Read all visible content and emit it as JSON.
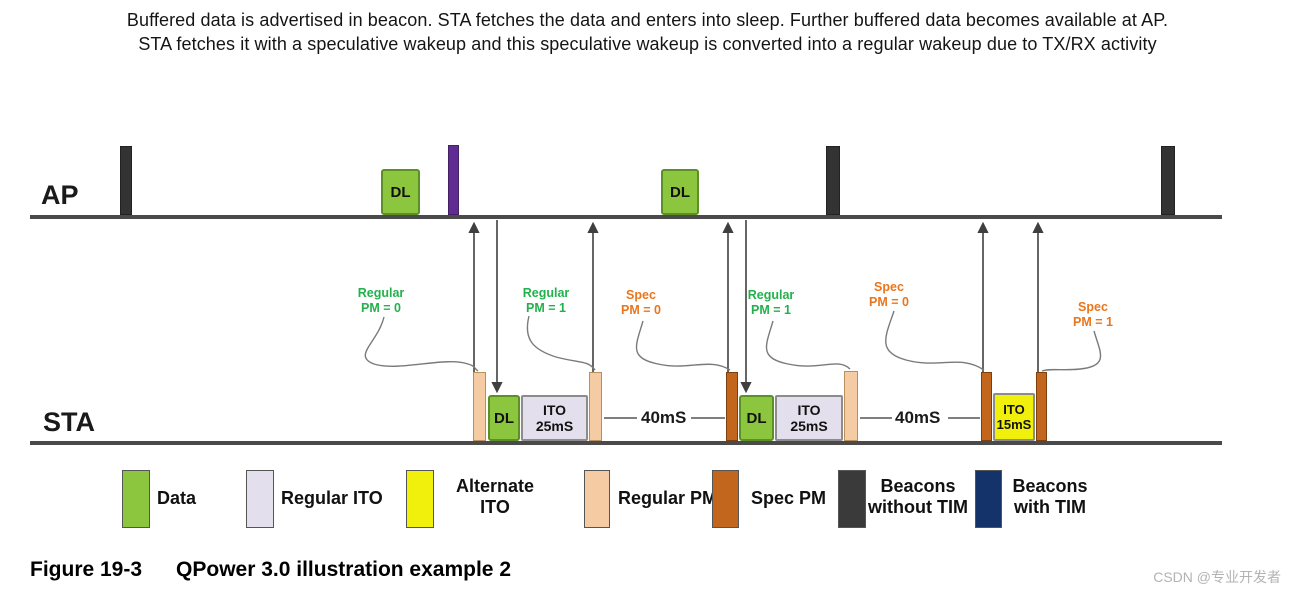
{
  "header": {
    "line1": "Buffered data is advertised in beacon. STA fetches the data and enters into sleep. Further buffered data becomes available at AP.",
    "line2": "STA fetches it with a speculative wakeup and this speculative wakeup is converted into a regular wakeup due to TX/RX activity"
  },
  "diagram": {
    "ap_label": "AP",
    "sta_label": "STA",
    "dl_label": "DL",
    "ito_25": "ITO\n25mS",
    "ito_15": "ITO\n15mS",
    "gaps": [
      "40mS",
      "40mS"
    ],
    "pm_labels": [
      {
        "text": "Regular\nPM = 0",
        "color": "#22B14C"
      },
      {
        "text": "Regular\nPM = 1",
        "color": "#22B14C"
      },
      {
        "text": "Spec\nPM = 0",
        "color": "#E8761E"
      },
      {
        "text": "Regular\nPM = 1",
        "color": "#22B14C"
      },
      {
        "text": "Spec\nPM = 0",
        "color": "#E8761E"
      },
      {
        "text": "Spec\nPM = 1",
        "color": "#E8761E"
      }
    ]
  },
  "legend": {
    "items": [
      {
        "label": "Data",
        "color": "#8CC63E"
      },
      {
        "label": "Regular ITO",
        "color": "#E3DFED"
      },
      {
        "label": "Alternate\nITO",
        "color": "#F0F00C"
      },
      {
        "label": "Regular PM",
        "color": "#F4CBA3"
      },
      {
        "label": "Spec PM",
        "color": "#C2661E"
      },
      {
        "label": "Beacons\nwithout TIM",
        "color": "#3A3A3A"
      },
      {
        "label": "Beacons\nwith TIM",
        "color": "#14336B"
      }
    ]
  },
  "caption": {
    "figure": "Figure 19-3",
    "title": "QPower 3.0 illustration example 2"
  },
  "watermark": "CSDN @专业开发者",
  "colors": {
    "data_green": "#8CC63E",
    "regular_ito": "#E3DFED",
    "alternate_ito": "#F0F00C",
    "regular_pm": "#F4CBA3",
    "spec_pm": "#C2661E",
    "beacon_without_tim": "#333333",
    "beacon_with_tim": "#14336B",
    "beacon_with_tim_bar": "#5F2D91",
    "timeline": "#4a4a4a"
  }
}
